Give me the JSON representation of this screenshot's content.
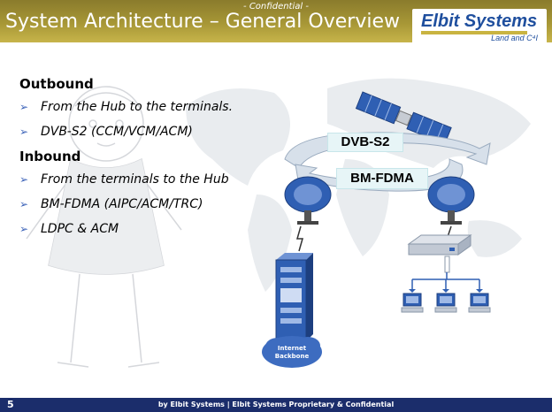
{
  "header": {
    "confidential": "- Confidential -",
    "title": "System Architecture – General Overview",
    "logo": {
      "name": "Elbit Systems",
      "sub": "Land and C⁴I"
    }
  },
  "content": {
    "outbound": {
      "heading": "Outbound",
      "items": [
        "From the Hub to the terminals.",
        "DVB-S2 (CCM/VCM/ACM)"
      ]
    },
    "inbound": {
      "heading": "Inbound",
      "items": [
        "From the terminals to the Hub",
        "BM-FDMA (AIPC/ACM/TRC)",
        "LDPC & ACM"
      ]
    }
  },
  "diagram": {
    "forward_label": "DVB-S2",
    "return_label": "BM-FDMA",
    "internet_label_1": "Internet",
    "internet_label_2": "Backbone"
  },
  "footer": {
    "page": "5",
    "text": "by Elbit Systems | Elbit Systems Proprietary & Confidential"
  },
  "colors": {
    "header": "#a79736",
    "footer": "#1b2d6b",
    "accent_blue": "#3b62b8"
  }
}
